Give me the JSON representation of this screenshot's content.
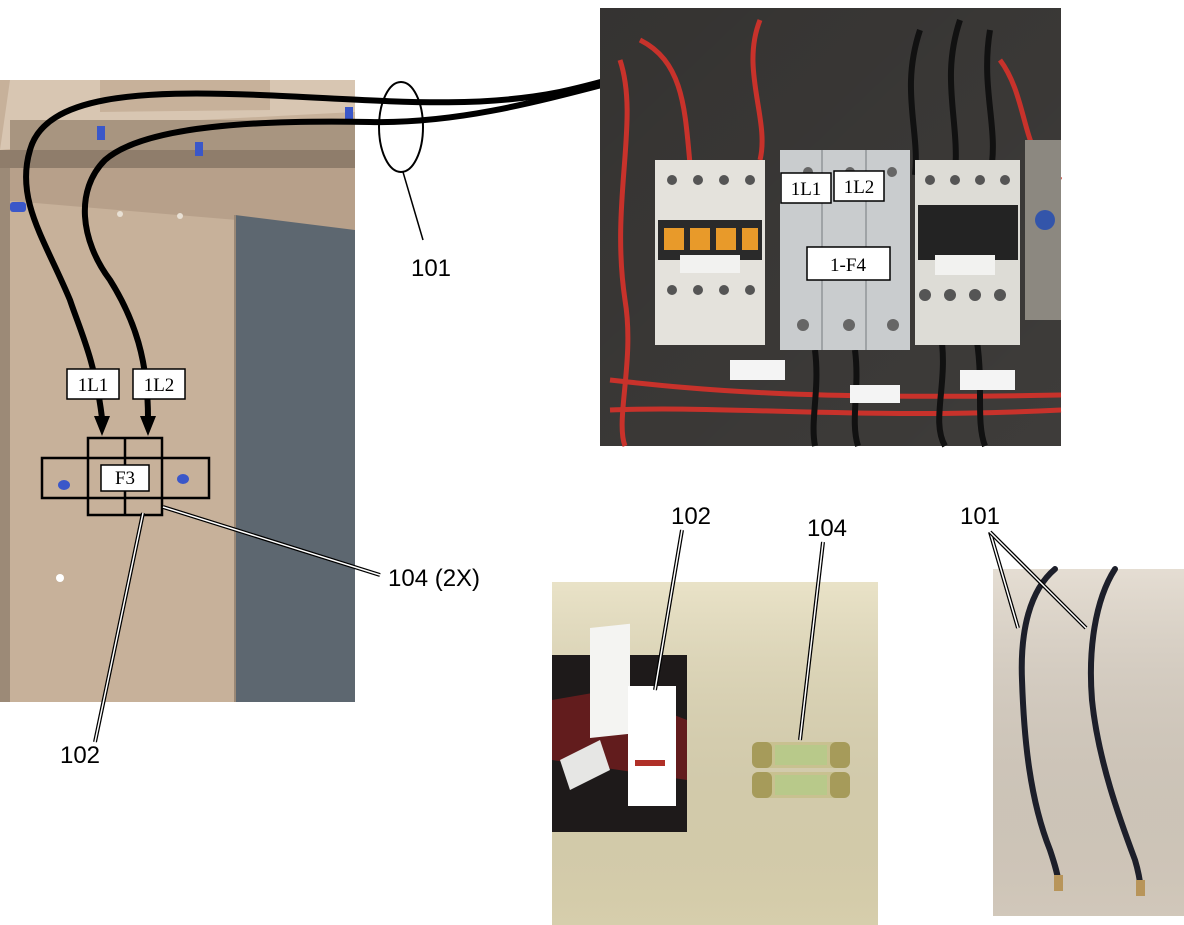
{
  "callouts": {
    "cable_top": "101",
    "fuse_holder_left": "102",
    "fuse_left": "104 (2X)",
    "fuse_holder_photo": "102",
    "fuse_photo": "104",
    "cable_photo": "101"
  },
  "wire_labels": {
    "left_l1": "1L1",
    "left_l2": "1L2",
    "left_fuse": "F3",
    "panel_l1": "1L1",
    "panel_l2": "1L2",
    "panel_fuse": "1-F4"
  }
}
